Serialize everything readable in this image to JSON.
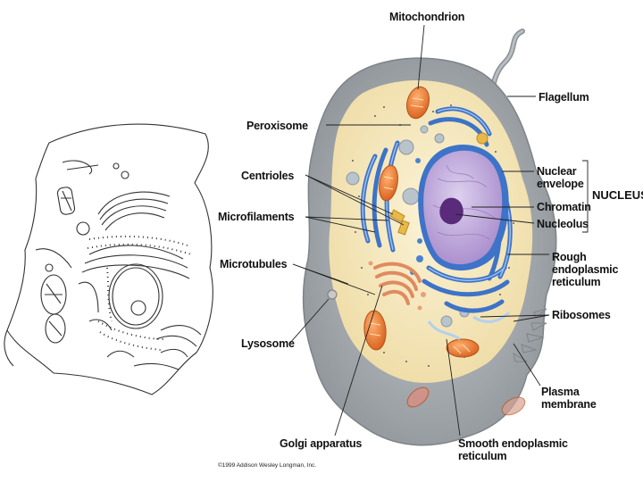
{
  "labels": {
    "mitochondrion": "Mitochondrion",
    "flagellum": "Flagellum",
    "peroxisome": "Peroxisome",
    "centrioles": "Centrioles",
    "microfilaments": "Microfilaments",
    "microtubules": "Microtubules",
    "lysosome": "Lysosome",
    "golgi": "Golgi apparatus",
    "nuclear_envelope": "Nuclear\nenvelope",
    "chromatin": "Chromatin",
    "nucleolus": "Nucleolus",
    "nucleus": "NUCLEUS",
    "rough_er": "Rough\nendoplasmic\nreticulum",
    "ribosomes": "Ribosomes",
    "plasma_membrane": "Plasma\nmembrane",
    "smooth_er": "Smooth endoplasmic\nreticulum"
  },
  "credit": "©1999 Addison Wesley Longman, Inc.",
  "colors": {
    "cytoplasm_outer": "#9ea4aa",
    "cytoplasm_inner": "#f7e9bd",
    "nucleus": "#b59ad4",
    "nucleolus": "#5a2b7a",
    "er_blue": "#3d73c8",
    "mitochondria": "#e87a2a",
    "golgi": "#e89a72"
  }
}
